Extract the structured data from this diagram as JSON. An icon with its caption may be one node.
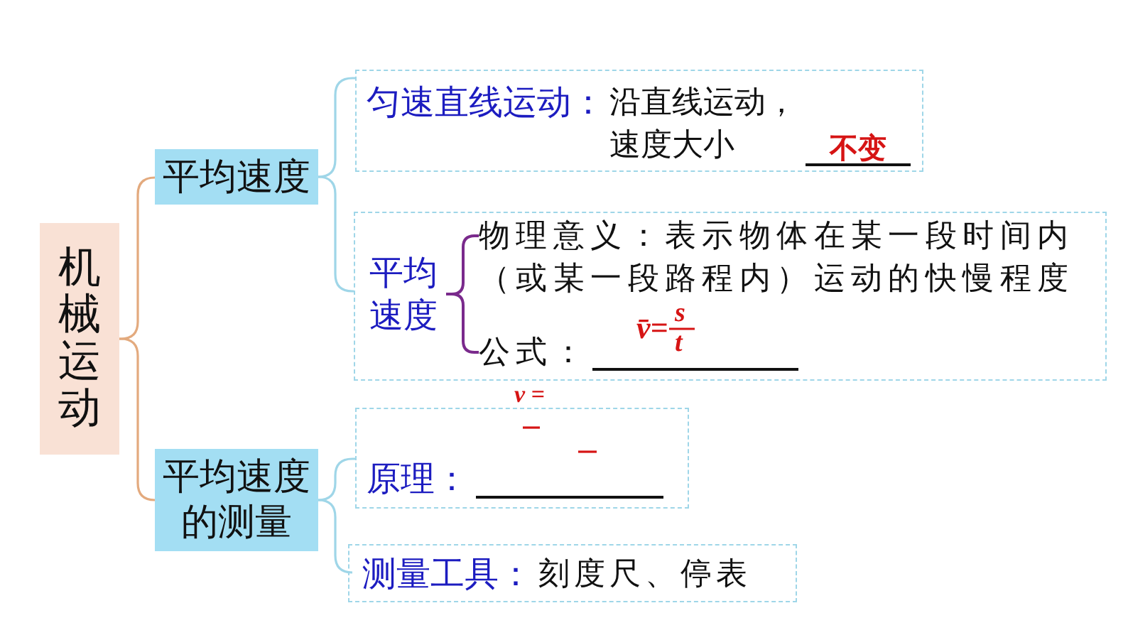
{
  "diagram": {
    "nodes": [
      {
        "text": [
          "机械运动"
        ]
      },
      {
        "text": [
          "平均速度"
        ]
      },
      {
        "text": [
          "平均速度的测量"
        ]
      },
      {
        "text": [
          "匀速直线运动：",
          "沿直线运动，速度大小",
          "不变"
        ]
      },
      {
        "text": [],
        "shape": "box"
      },
      {
        "text": [
          "平均速度"
        ],
        "in": 4
      },
      {
        "text": [
          "物理意义：表示物体在某一段时间内（或某一段路程内）运动的快慢程度"
        ],
        "in": 4
      },
      {
        "text": [
          "公式：",
          "v̄=",
          "s",
          "t"
        ],
        "in": 4
      },
      {
        "text": [
          "原理："
        ],
        "beside": [
          "v ="
        ]
      },
      {
        "text": [
          "测量工具：",
          "刻度尺、停表"
        ]
      }
    ],
    "edges": [
      {
        "from": 0,
        "to": 1,
        "arrow": "none",
        "color": "#e3aa7e"
      },
      {
        "from": 0,
        "to": 2,
        "arrow": "none",
        "color": "#e3aa7e"
      },
      {
        "from": 1,
        "to": 3,
        "arrow": "none"
      },
      {
        "from": 1,
        "to": 4,
        "arrow": "none"
      },
      {
        "from": 5,
        "to": 6,
        "arrow": "none",
        "color": "#7a2a8c"
      },
      {
        "from": 5,
        "to": 7,
        "arrow": "none",
        "color": "#7a2a8c"
      },
      {
        "from": 2,
        "to": 8,
        "arrow": "none"
      },
      {
        "from": 2,
        "to": 9,
        "arrow": "none"
      }
    ]
  }
}
